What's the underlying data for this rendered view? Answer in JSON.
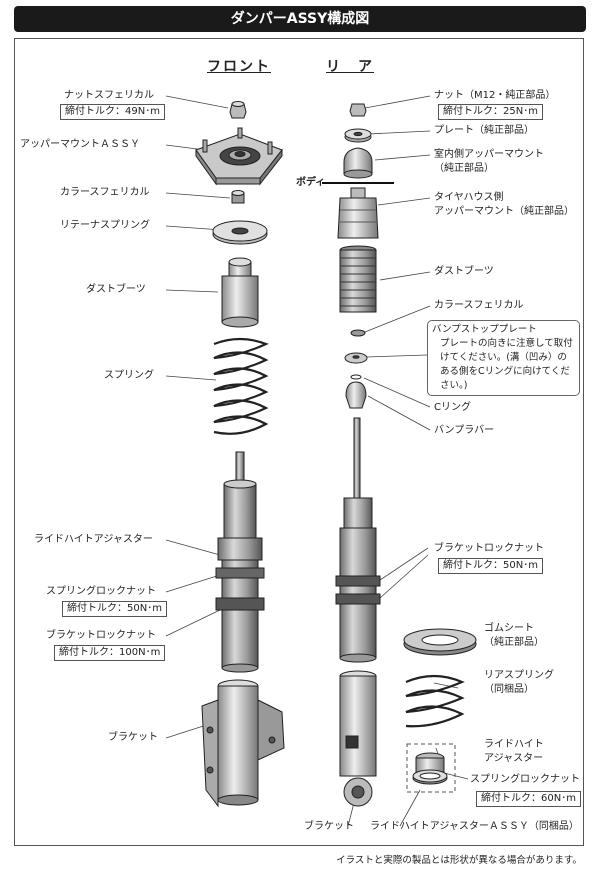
{
  "title": "ダンパーASSY構成図",
  "headers": {
    "front": "フロント",
    "rear": "リ　ア"
  },
  "body_label": "ボディ",
  "front_labels": {
    "nut": "ナットスフェリカル",
    "nut_torque": "締付トルク：49N･m",
    "upper_mount": "アッパーマウントＡＳＳＹ",
    "collar": "カラースフェリカル",
    "retainer": "リテーナスプリング",
    "dust_boot": "ダストブーツ",
    "spring": "スプリング",
    "ride_height": "ライドハイトアジャスター",
    "spring_lock": "スプリングロックナット",
    "spring_lock_torque": "締付トルク：50N･m",
    "bracket_lock": "ブラケットロックナット",
    "bracket_lock_torque": "締付トルク：100N･m",
    "bracket": "ブラケット"
  },
  "rear_labels": {
    "nut": "ナット（M12・純正部品）",
    "nut_torque": "締付トルク：25N･m",
    "plate": "プレート（純正部品）",
    "cabin_mount_1": "室内側アッパーマウント",
    "cabin_mount_2": "（純正部品）",
    "tire_mount_1": "タイヤハウス側",
    "tire_mount_2": "アッパーマウント（純正部品）",
    "dust_boot": "ダストブーツ",
    "collar": "カラースフェリカル",
    "bump_plate": "バンプストッププレート",
    "bump_note_1": "プレートの向きに注意して取付",
    "bump_note_2": "けてください。(溝（凹み）の",
    "bump_note_3": "ある側をCリングに向けてくだ",
    "bump_note_4": "さい。)",
    "c_ring": "Cリング",
    "bump_rubber": "バンプラバー",
    "bracket_lock": "ブラケットロックナット",
    "bracket_lock_torque": "締付トルク：50N･m",
    "rubber_seat_1": "ゴムシート",
    "rubber_seat_2": "（純正部品）",
    "rear_spring_1": "リアスプリング",
    "rear_spring_2": "（同梱品）",
    "ride_height_1": "ライドハイト",
    "ride_height_2": "アジャスター",
    "spring_lock": "スプリングロックナット",
    "spring_lock_torque": "締付トルク：60N･m",
    "bracket": "ブラケット",
    "ride_height_assy": "ライドハイトアジャスターＡＳＳＹ（同梱品）"
  },
  "footer": "イラストと実際の製品とは形状が異なる場合があります。"
}
